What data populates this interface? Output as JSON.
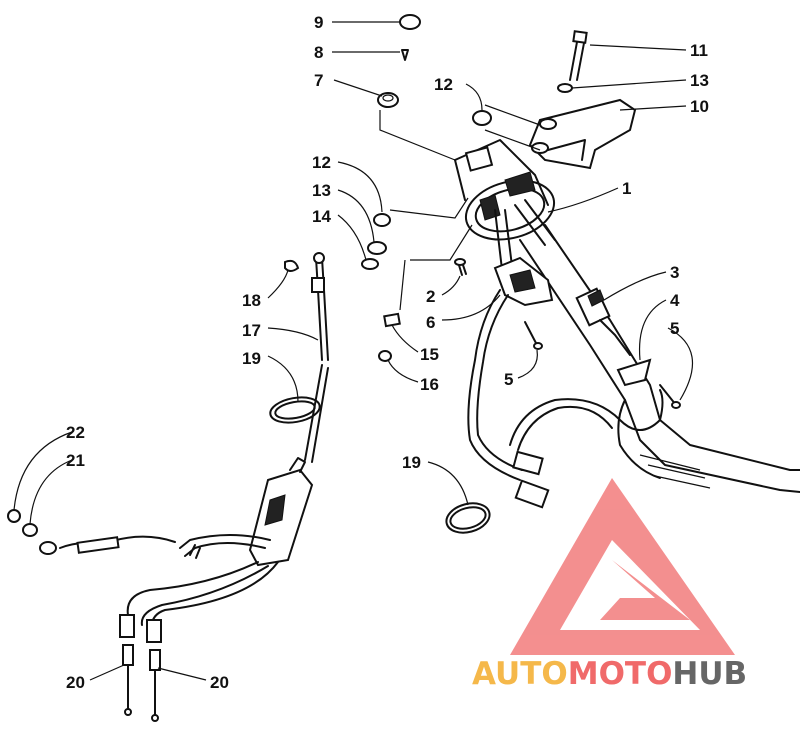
{
  "callouts": [
    {
      "id": "c9",
      "text": "9"
    },
    {
      "id": "c8",
      "text": "8"
    },
    {
      "id": "c7",
      "text": "7"
    },
    {
      "id": "c12a",
      "text": "12"
    },
    {
      "id": "c11",
      "text": "11"
    },
    {
      "id": "c13a",
      "text": "13"
    },
    {
      "id": "c10",
      "text": "10"
    },
    {
      "id": "c12b",
      "text": "12"
    },
    {
      "id": "c13b",
      "text": "13"
    },
    {
      "id": "c14",
      "text": "14"
    },
    {
      "id": "c1",
      "text": "1"
    },
    {
      "id": "c3",
      "text": "3"
    },
    {
      "id": "c4",
      "text": "4"
    },
    {
      "id": "c5a",
      "text": "5"
    },
    {
      "id": "c18",
      "text": "18"
    },
    {
      "id": "c2",
      "text": "2"
    },
    {
      "id": "c17",
      "text": "17"
    },
    {
      "id": "c6",
      "text": "6"
    },
    {
      "id": "c15",
      "text": "15"
    },
    {
      "id": "c19a",
      "text": "19"
    },
    {
      "id": "c16",
      "text": "16"
    },
    {
      "id": "c5b",
      "text": "5"
    },
    {
      "id": "c22",
      "text": "22"
    },
    {
      "id": "c21",
      "text": "21"
    },
    {
      "id": "c19b",
      "text": "19"
    },
    {
      "id": "c20a",
      "text": "20"
    },
    {
      "id": "c20b",
      "text": "20"
    }
  ],
  "watermark": {
    "part1": "AUTO",
    "part2": "MOTO",
    "part3": "HUB",
    "color1": "#f5b84a",
    "color2": "#f06a6a",
    "color3": "#666666",
    "logo_color": "#f06a6a"
  }
}
